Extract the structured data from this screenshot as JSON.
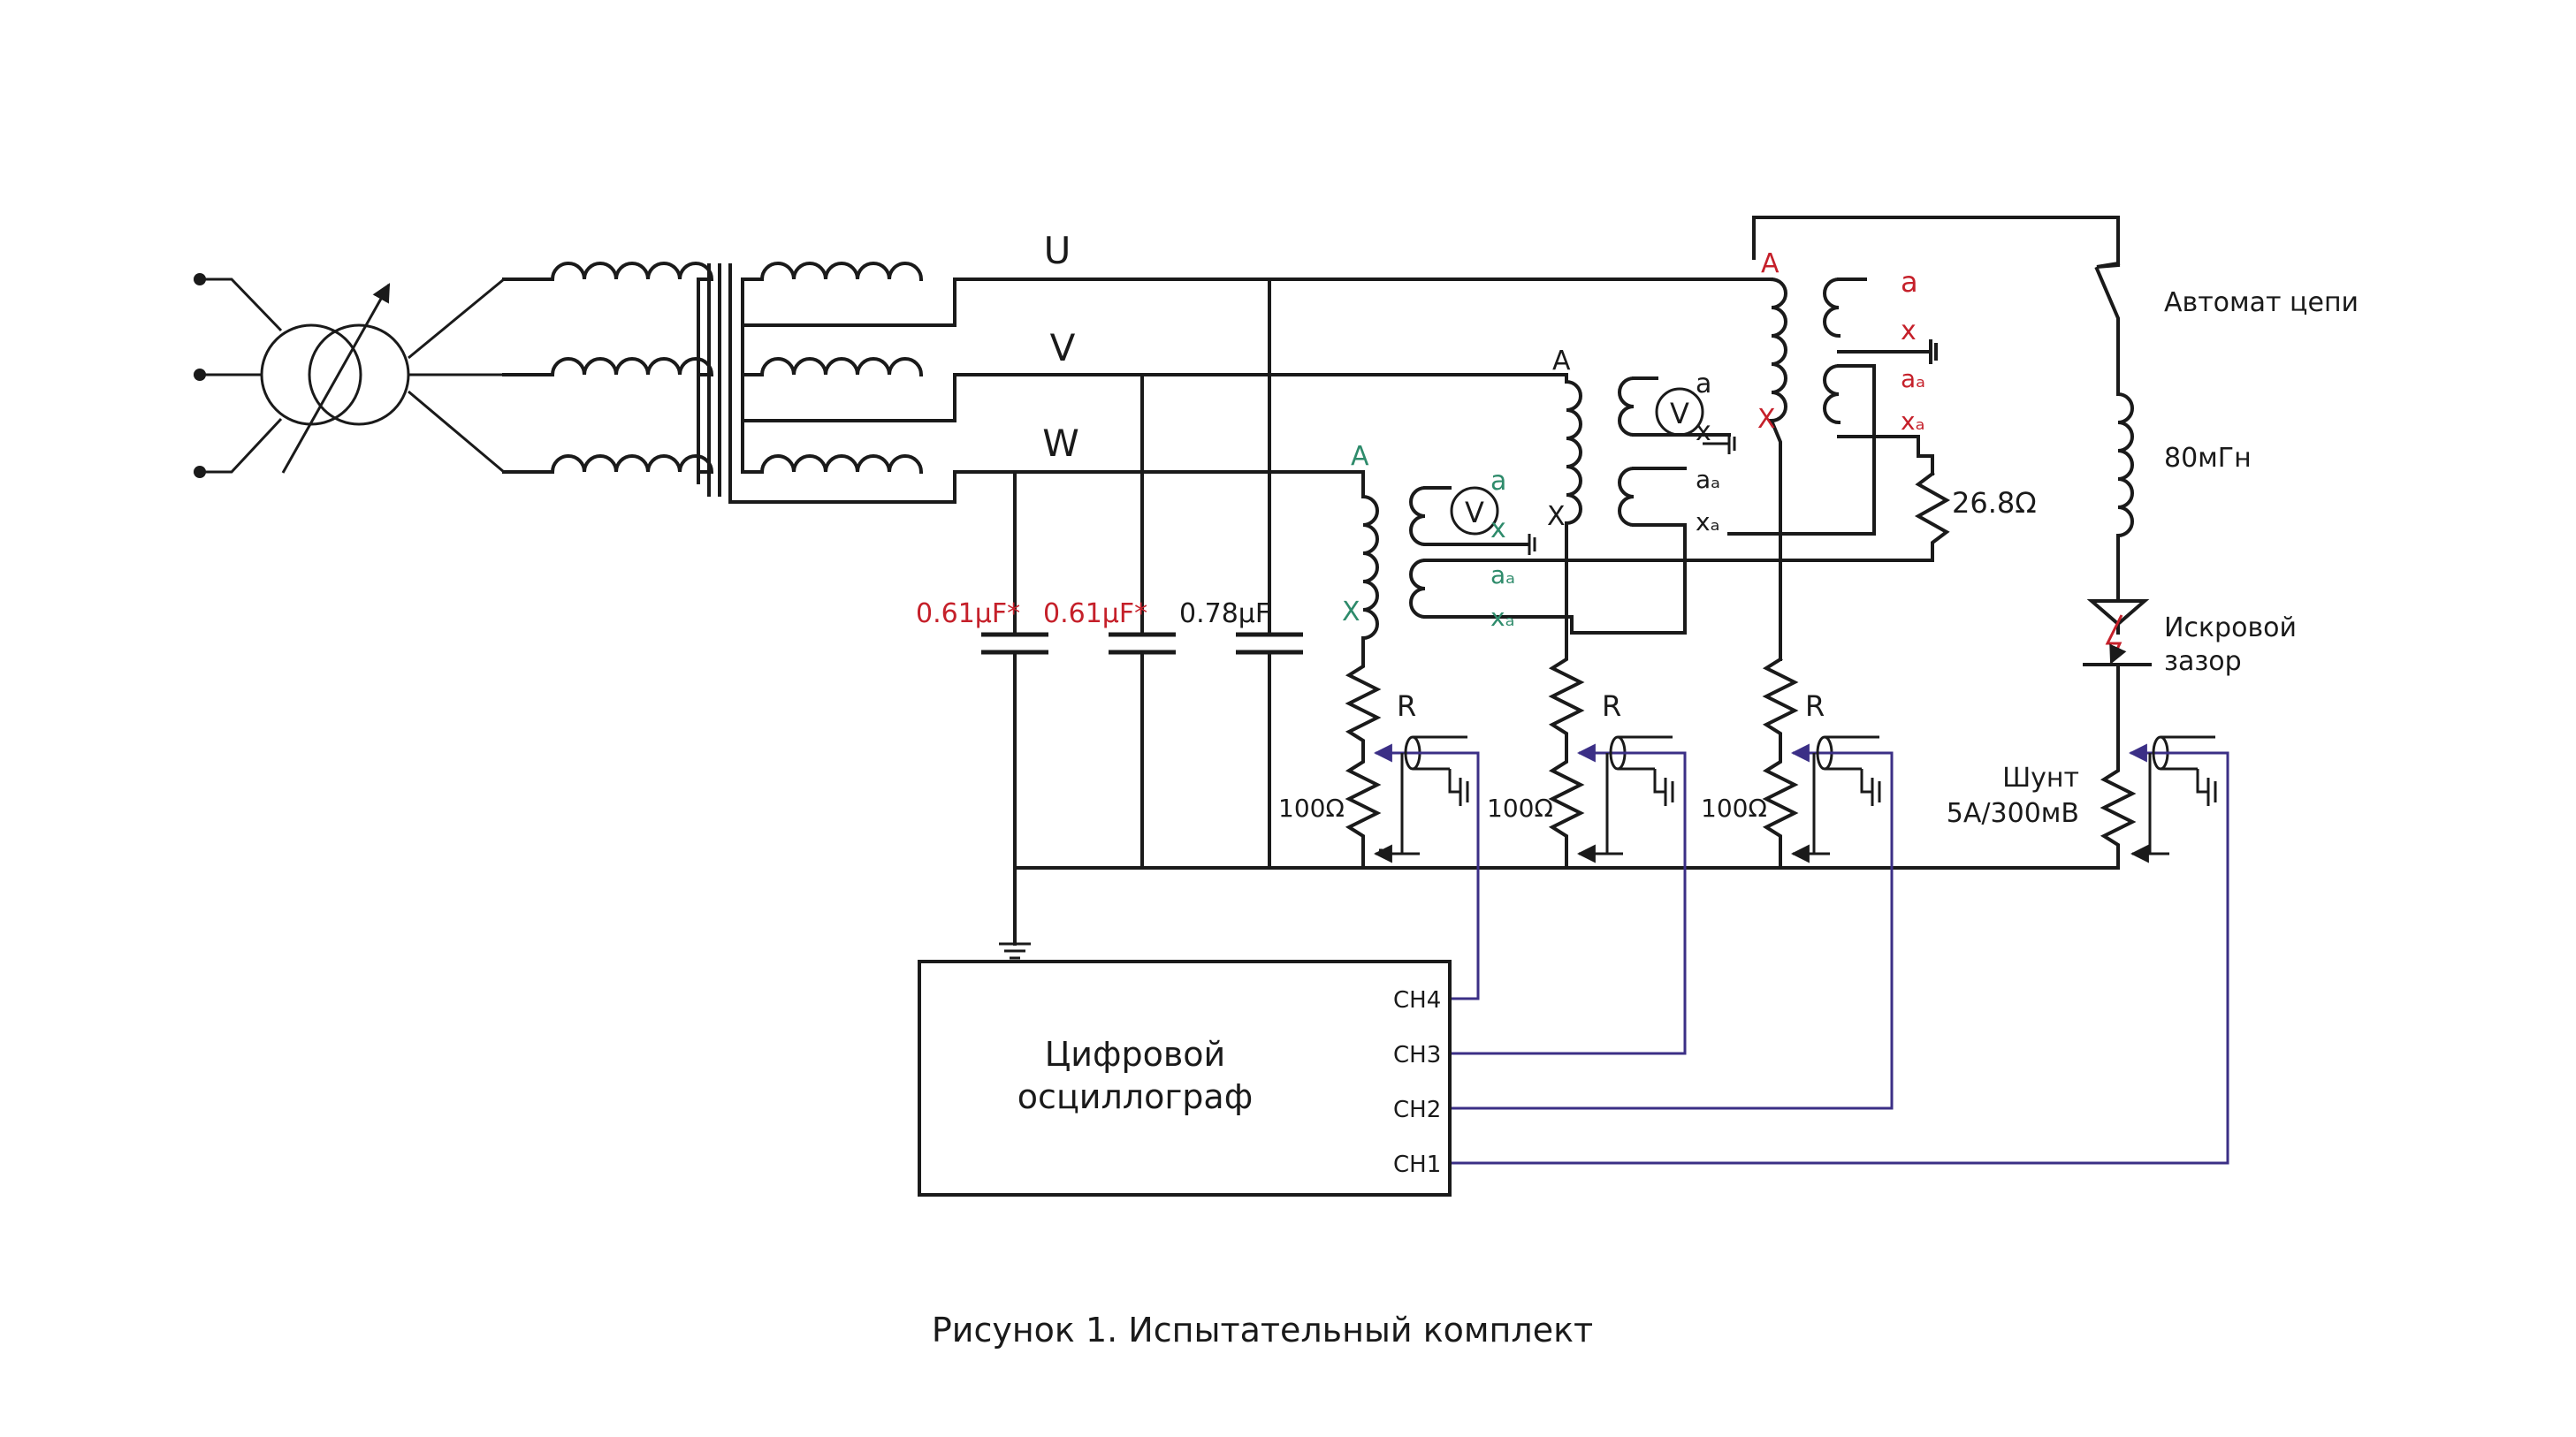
{
  "phases": {
    "u": "U",
    "v": "V",
    "w": "W"
  },
  "capacitors": {
    "c1": "0.61μF*",
    "c2": "0.61μF*",
    "c3": "0.78μF"
  },
  "transformer_terminals": {
    "primary_a": "A",
    "primary_x": "X",
    "secondary_a": "a",
    "secondary_x": "x",
    "aux_a": "aₐ",
    "aux_x": "xₐ",
    "voltmeter": "V"
  },
  "resistors": {
    "r": "R",
    "r100": "100Ω",
    "r_load": "26.8Ω"
  },
  "right_branch": {
    "breaker": "Автомат цепи",
    "inductor": "80мГн",
    "spark_gap_line1": "Искровой",
    "spark_gap_line2": "зазор",
    "shunt_line1": "Шунт",
    "shunt_line2": "5А/300мВ"
  },
  "oscilloscope": {
    "title_line1": "Цифровой",
    "title_line2": "осциллограф",
    "channels": [
      "CH4",
      "CH3",
      "CH2",
      "CH1"
    ]
  },
  "caption": "Рисунок 1. Испытательный комплект",
  "colors": {
    "wire": "#1a1a1a",
    "signal": "#3b2f86",
    "red_label": "#c5202a",
    "green_label": "#2e8b6b"
  }
}
